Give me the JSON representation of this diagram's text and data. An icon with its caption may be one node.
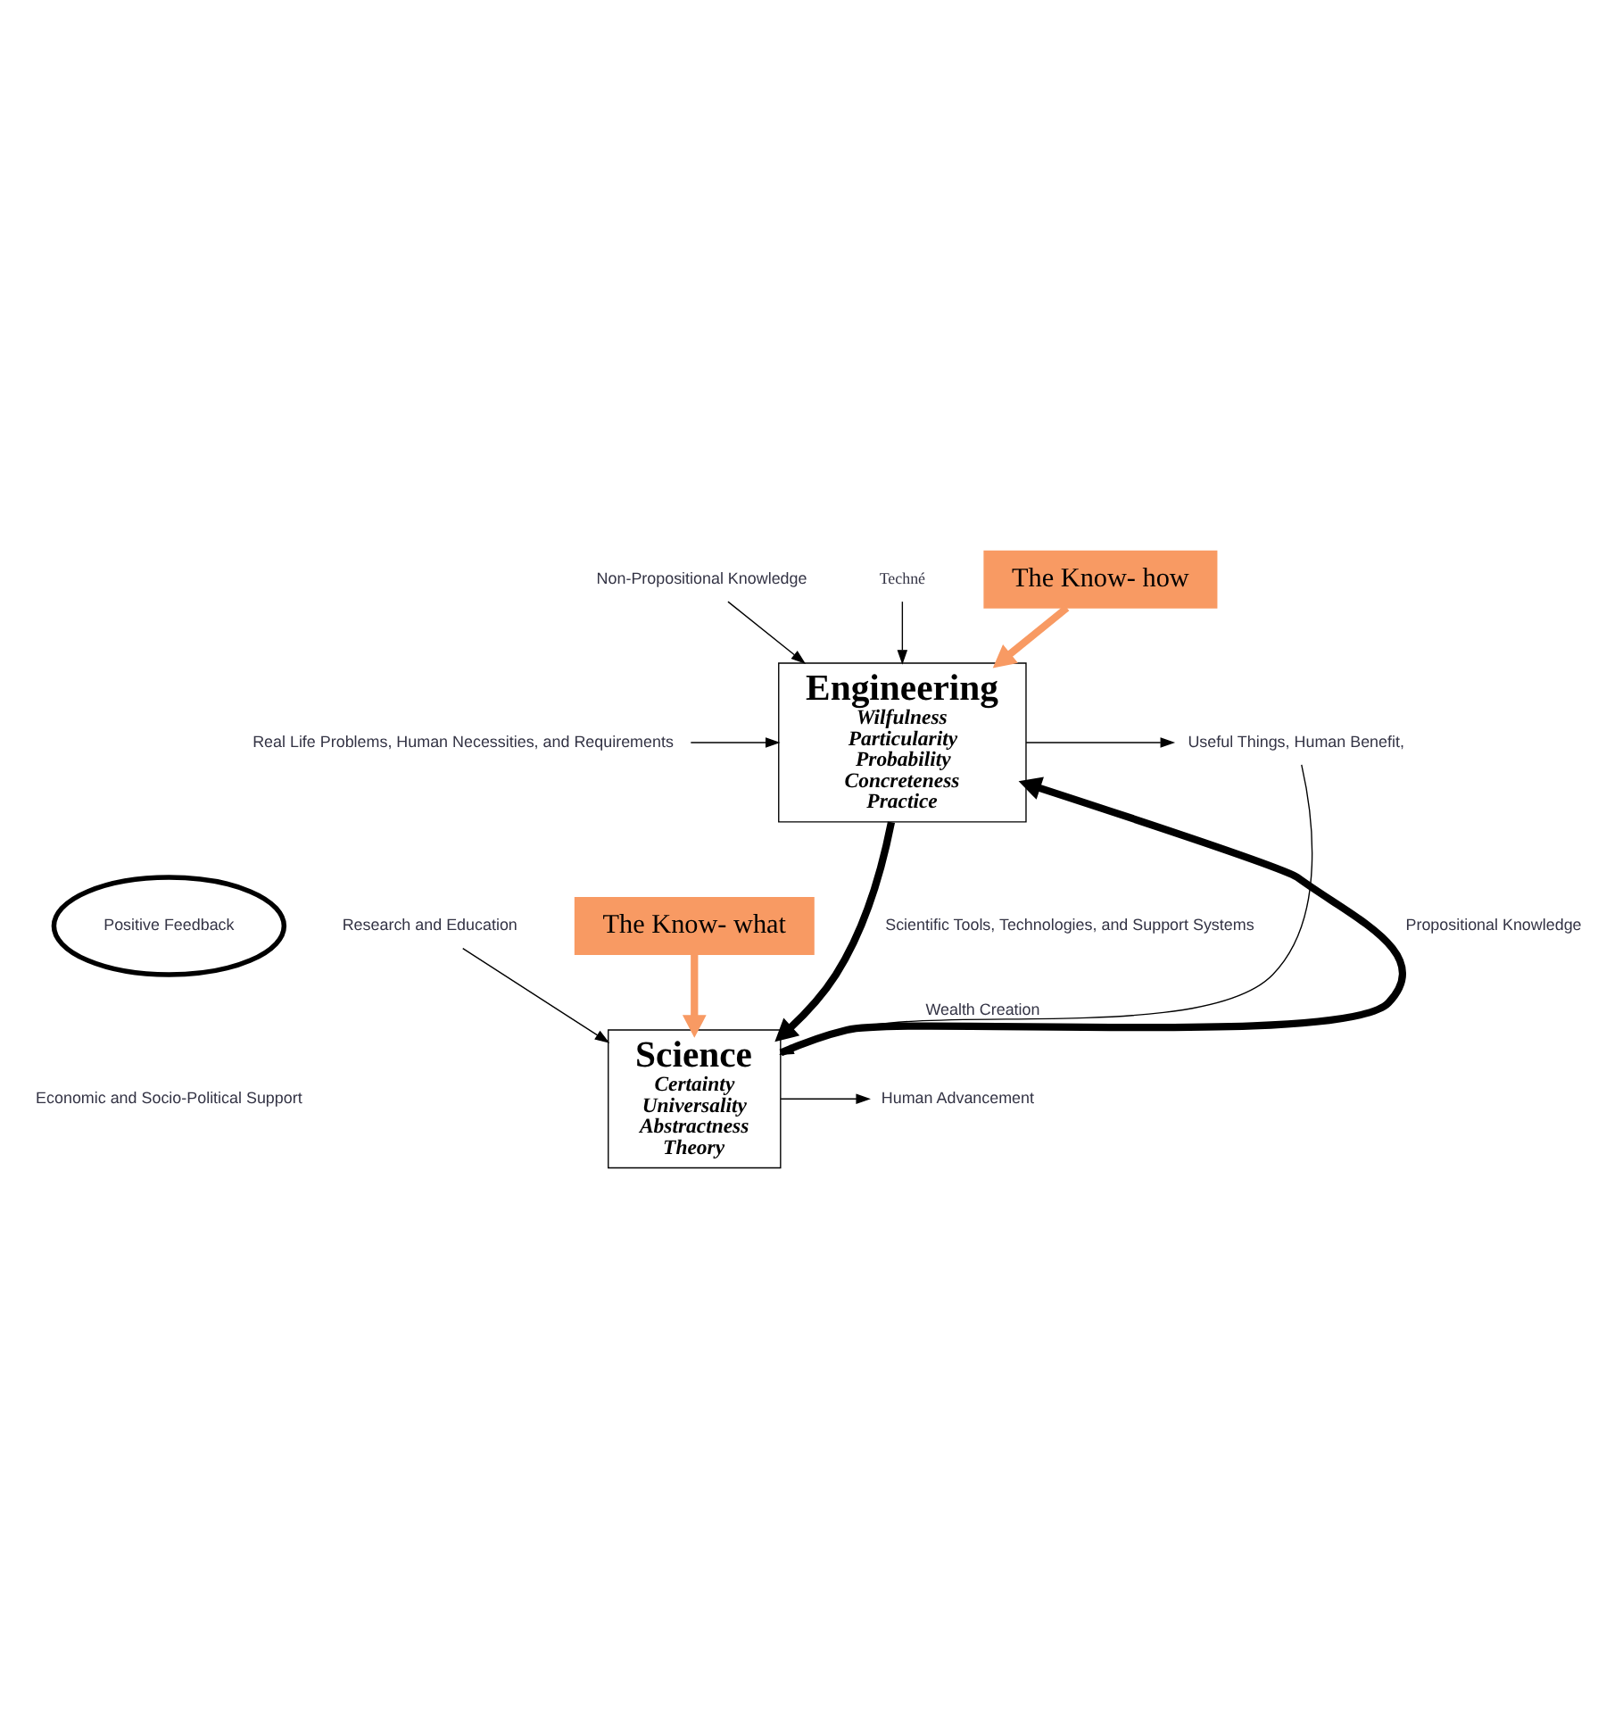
{
  "diagram": {
    "nodes": [
      {
        "text": [
          "Engineering",
          "Wilfulness Particularity Probability Concreteness Practice"
        ]
      },
      {
        "text": [
          "Science",
          "Certainty Universality Abstractness Theory"
        ]
      },
      {
        "text": [
          "Non-Propositional Knowledge"
        ]
      },
      {
        "text": [
          "Techné"
        ]
      },
      {
        "text": [
          "Real Life Problems, Human Necessities, and Requirements"
        ]
      },
      {
        "text": [
          "Useful Things, Human Benefit,"
        ]
      },
      {
        "text": [
          "Positive Feedback"
        ]
      },
      {
        "text": [
          "Human Advancement"
        ]
      },
      {
        "text": [
          "Research and Education"
        ]
      },
      {
        "text": [
          "The Know- how"
        ]
      },
      {
        "text": [
          "The Know- what"
        ]
      }
    ],
    "edges": [
      {
        "from": 2,
        "to": 0,
        "arrow": "to"
      },
      {
        "from": 3,
        "to": 0,
        "arrow": "to"
      },
      {
        "from": 4,
        "to": 0,
        "arrow": "to"
      },
      {
        "from": 0,
        "to": 5,
        "arrow": "to"
      },
      {
        "from": 1,
        "to": 0,
        "arrow": "to",
        "label": "Propositional Knowledge",
        "style": "thick"
      },
      {
        "from": 0,
        "to": 1,
        "arrow": "to",
        "label": "Scientific Tools, Technologies, and Support Systems",
        "style": "thick"
      },
      {
        "from": 5,
        "to": 1,
        "arrow": "to",
        "label": "Wealth Creation"
      },
      {
        "from": 1,
        "to": 7,
        "arrow": "to"
      },
      {
        "from": 8,
        "to": 1,
        "arrow": "to"
      },
      {
        "from": 9,
        "to": 0,
        "arrow": "to",
        "style": "thick",
        "color": "#f89a63"
      },
      {
        "from": 10,
        "to": 1,
        "arrow": "to",
        "style": "thick",
        "color": "#f89a63"
      }
    ],
    "labels": [
      "Economic and Socio-Political Support"
    ]
  }
}
